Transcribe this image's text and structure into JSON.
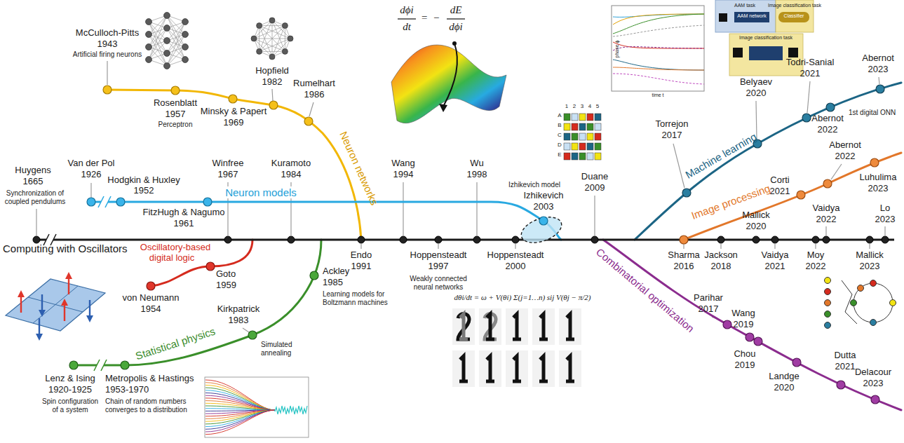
{
  "diagram": {
    "labels": [
      "McCulloch-Pitts",
      "1943",
      "Artificial firing neurons",
      "Rosenblatt",
      "1957",
      "Perceptron",
      "Minsky & Papert",
      "1969",
      "Hopfield",
      "1982",
      "Rumelhart",
      "1986",
      "Neuron networks",
      "Huygens",
      "1665",
      "Synchronization of",
      "coupled pendulums",
      "Van der Pol",
      "1926",
      "Hodgkin & Huxley",
      "1952",
      "Winfree",
      "1967",
      "FitzHugh & Nagumo",
      "1961",
      "Neuron models",
      "Kuramoto",
      "1984",
      "Izhikevich model",
      "Izhikevich",
      "2003",
      "Wang",
      "1994",
      "Wu",
      "1998",
      "Endo",
      "1991",
      "Hoppensteadt",
      "1997",
      "Weakly connected",
      "neural networks",
      "Hoppensteadt",
      "2000",
      "dθi/dt = ω + V(θi) Σ(j=1…n) sij V(θj − π/2)",
      "Duane",
      "2009",
      "Torrejon",
      "2017",
      "Belyaev",
      "2020",
      "Todri-Sanial",
      "2021",
      "Abernot",
      "2022",
      "1st digital ONN",
      "Abernot",
      "2023",
      "Machine learning",
      "Sharma",
      "2016",
      "Corti",
      "2021",
      "Abernot",
      "2022",
      "Luhulima",
      "2023",
      "Image processing",
      "Jackson",
      "2018",
      "Mallick",
      "2020",
      "Vaidya",
      "2021",
      "Moy",
      "2022",
      "Vaidya",
      "2022",
      "Mallick",
      "2023",
      "Lo",
      "2023",
      "Parihar",
      "2017",
      "Wang",
      "2019",
      "Chou",
      "2019",
      "Landge",
      "2020",
      "Dutta",
      "2021",
      "Delacour",
      "2023",
      "Combinatorial optimization",
      "Oscillatory-based",
      "digital logic",
      "Goto",
      "1959",
      "von Neumann",
      "1954",
      "Ackley",
      "1985",
      "Learning models for",
      "Boltzmann machines",
      "Kirkpatrick",
      "1983",
      "Simulated",
      "annealing",
      "Statistical physics",
      "Lenz & Ising",
      "1920-1925",
      "Spin configuration",
      "of a system",
      "Metropolis & Hastings",
      "1953-1970",
      "Chain of random numbers",
      "converges to a distribution",
      "Computing with Oscillators",
      "dϕi",
      "dt",
      "=",
      "−",
      "dE",
      "dϕi",
      "phase ϕ",
      "time t",
      "AAM task",
      "AAM network",
      "Image classification task",
      "Classifier",
      "Image classification task",
      "1",
      "2",
      "3",
      "4",
      "5",
      "A",
      "B",
      "C",
      "D",
      "E"
    ]
  }
}
